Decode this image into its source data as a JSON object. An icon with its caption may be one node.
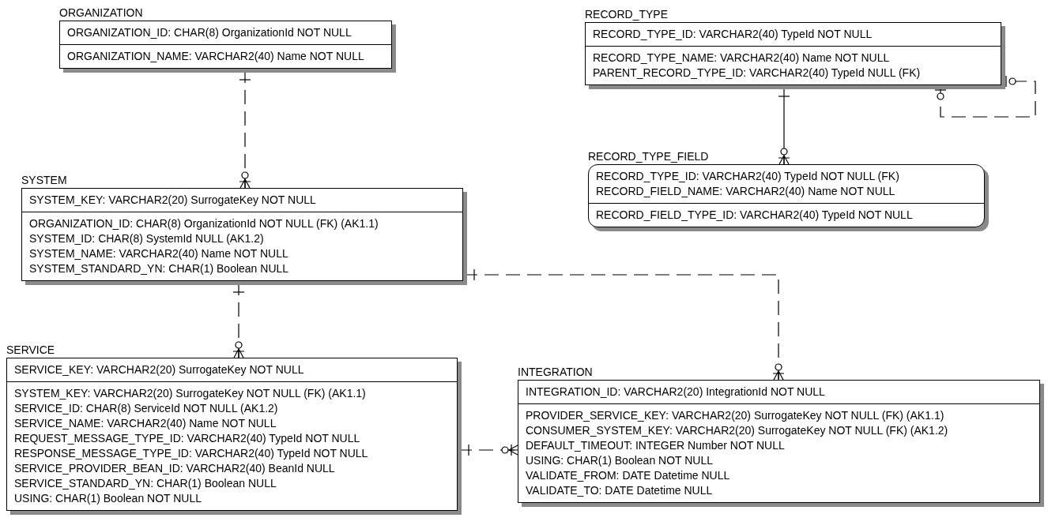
{
  "diagram": {
    "nodes": [
      {
        "text": [
          "ORGANIZATION",
          "ORGANIZATION_ID: CHAR(8) OrganizationId NOT NULL",
          "ORGANIZATION_NAME: VARCHAR2(40) Name NOT NULL"
        ]
      },
      {
        "text": [
          "RECORD_TYPE",
          "RECORD_TYPE_ID: VARCHAR2(40) TypeId NOT NULL",
          "RECORD_TYPE_NAME: VARCHAR2(40) Name NOT NULL",
          "PARENT_RECORD_TYPE_ID: VARCHAR2(40) TypeId NULL (FK)"
        ]
      },
      {
        "text": [
          "RECORD_TYPE_FIELD",
          "RECORD_TYPE_ID: VARCHAR2(40) TypeId NOT NULL (FK)",
          "RECORD_FIELD_NAME: VARCHAR2(40) Name NOT NULL",
          "RECORD_FIELD_TYPE_ID: VARCHAR2(40) TypeId NOT NULL"
        ]
      },
      {
        "text": [
          "SYSTEM",
          "SYSTEM_KEY: VARCHAR2(20) SurrogateKey NOT NULL",
          "ORGANIZATION_ID: CHAR(8) OrganizationId NOT NULL (FK) (AK1.1)",
          "SYSTEM_ID: CHAR(8) SystemId NULL (AK1.2)",
          "SYSTEM_NAME: VARCHAR2(40) Name NOT NULL",
          "SYSTEM_STANDARD_YN: CHAR(1) Boolean NULL"
        ]
      },
      {
        "text": [
          "SERVICE",
          "SERVICE_KEY: VARCHAR2(20) SurrogateKey NOT NULL",
          "SYSTEM_KEY: VARCHAR2(20) SurrogateKey NOT NULL (FK) (AK1.1)",
          "SERVICE_ID: CHAR(8) ServiceId NOT NULL (AK1.2)",
          "SERVICE_NAME: VARCHAR2(40) Name NOT NULL",
          "REQUEST_MESSAGE_TYPE_ID: VARCHAR2(40) TypeId NOT NULL",
          "RESPONSE_MESSAGE_TYPE_ID: VARCHAR2(40) TypeId NOT NULL",
          "SERVICE_PROVIDER_BEAN_ID: VARCHAR2(40) BeanId NULL",
          "SERVICE_STANDARD_YN: CHAR(1) Boolean NULL",
          "USING: CHAR(1) Boolean NOT NULL"
        ]
      },
      {
        "text": [
          "INTEGRATION",
          "INTEGRATION_ID: VARCHAR2(20) IntegrationId NOT NULL",
          "PROVIDER_SERVICE_KEY: VARCHAR2(20) SurrogateKey NOT NULL (FK) (AK1.1)",
          "CONSUMER_SYSTEM_KEY: VARCHAR2(20) SurrogateKey NOT NULL (FK) (AK1.2)",
          "DEFAULT_TIMEOUT: INTEGER Number NOT NULL",
          "USING: CHAR(1) Boolean NOT NULL",
          "VALIDATE_FROM: DATE Datetime NULL",
          "VALIDATE_TO: DATE Datetime NULL"
        ]
      }
    ],
    "edges": [
      {
        "from": 0,
        "to": 3,
        "arrow": "other",
        "style": "dashed"
      },
      {
        "from": 1,
        "to": 2,
        "arrow": "other"
      },
      {
        "from": 1,
        "to": 1,
        "arrow": "other",
        "style": "dashed"
      },
      {
        "from": 3,
        "to": 4,
        "arrow": "other",
        "style": "dashed"
      },
      {
        "from": 3,
        "to": 5,
        "arrow": "other",
        "style": "dashed"
      },
      {
        "from": 4,
        "to": 5,
        "arrow": "other",
        "style": "dashed"
      }
    ]
  }
}
